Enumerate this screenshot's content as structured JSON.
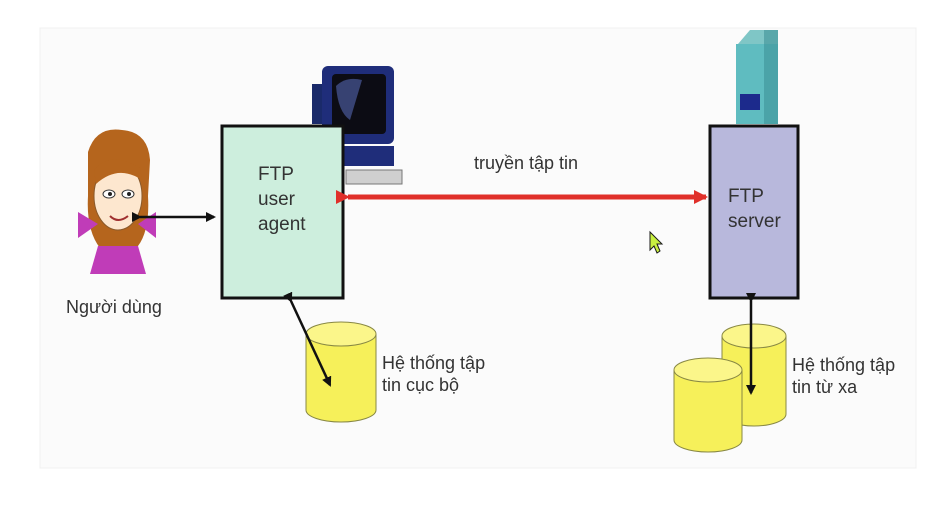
{
  "diagram": {
    "user_label": "Người dùng",
    "client_box_label": "FTP\nuser\nagent",
    "server_box_label": "FTP\nserver",
    "transfer_label": "truyền tập tin",
    "local_fs_label": "Hệ thống tập\ntin cục bộ",
    "remote_fs_label": "Hệ thống tập\ntin từ xa"
  },
  "colors": {
    "client_box": "#cdeedd",
    "server_box": "#b8b8dc",
    "transfer_arrow": "#e0302a",
    "disk": "#f6f05a",
    "frame": "#f6f6f6"
  }
}
